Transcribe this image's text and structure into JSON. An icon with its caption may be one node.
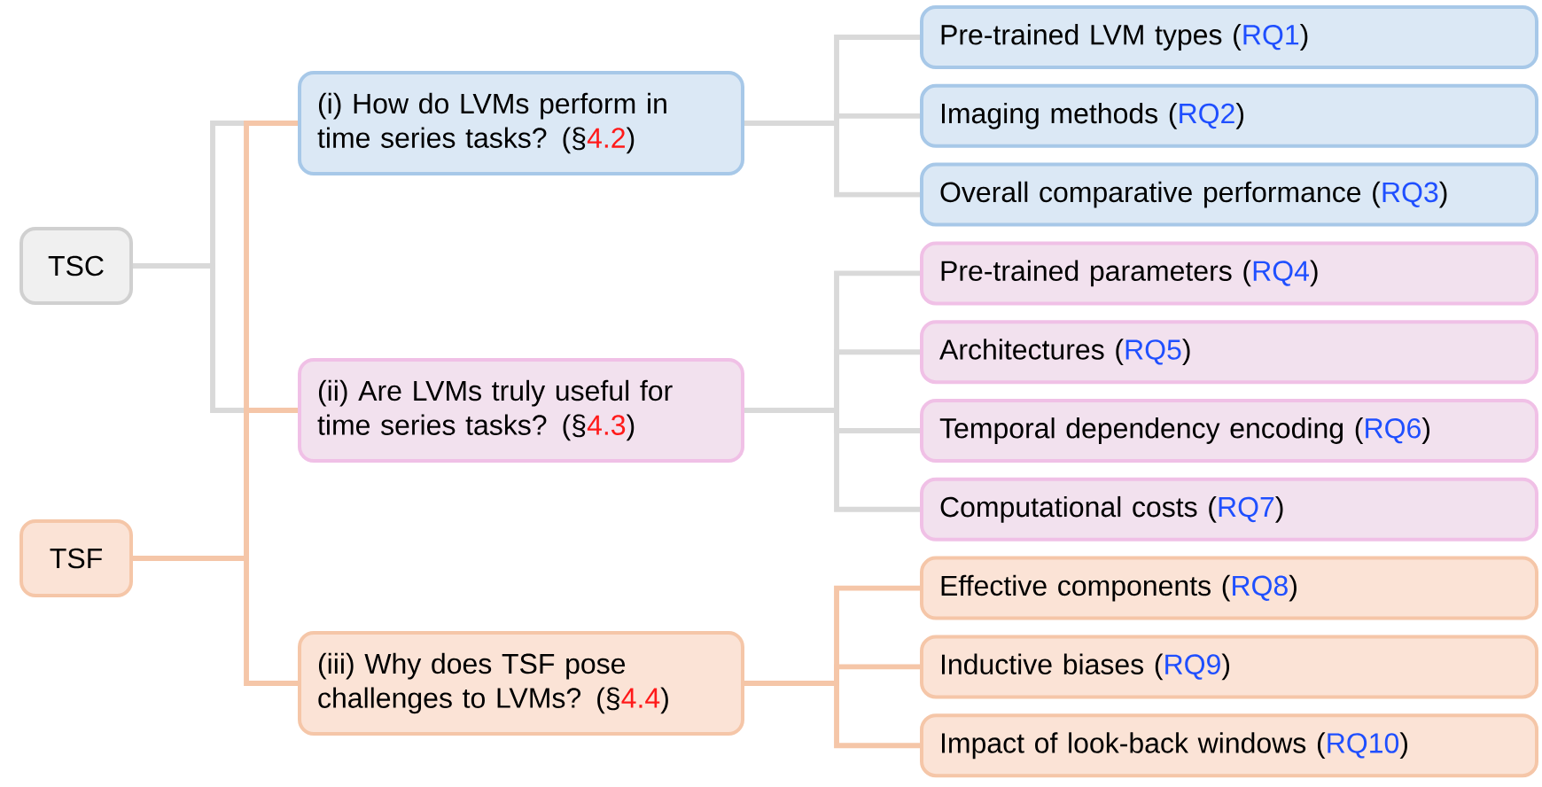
{
  "diagram": {
    "nodes": [
      {
        "text": [
          "TSC"
        ]
      },
      {
        "text": [
          "TSF"
        ]
      },
      {
        "text": [
          "(i) How do LVMs perform in time series tasks? (§",
          "4.2",
          ")"
        ]
      },
      {
        "text": [
          "(ii) Are LVMs truly useful for time series tasks? (§",
          "4.3",
          ")"
        ]
      },
      {
        "text": [
          "(iii) Why does TSF pose challenges to LVMs? (§",
          "4.4",
          ")"
        ]
      },
      {
        "text": [
          "Pre-trained LVM types (",
          "RQ1",
          ")"
        ]
      },
      {
        "text": [
          "Imaging methods (",
          "RQ2",
          ")"
        ]
      },
      {
        "text": [
          "Overall comparative performance (",
          "RQ3",
          ")"
        ]
      },
      {
        "text": [
          "Pre-trained parameters (",
          "RQ4",
          ")"
        ]
      },
      {
        "text": [
          "Architectures (",
          "RQ5",
          ")"
        ]
      },
      {
        "text": [
          "Temporal dependency encoding (",
          "RQ6",
          ")"
        ]
      },
      {
        "text": [
          "Computational costs (",
          "RQ7",
          ")"
        ]
      },
      {
        "text": [
          "Effective components (",
          "RQ8",
          ")"
        ]
      },
      {
        "text": [
          "Inductive biases (",
          "RQ9",
          ")"
        ]
      },
      {
        "text": [
          "Impact of look-back windows (",
          "RQ10",
          ")"
        ]
      }
    ],
    "edges": [
      {
        "from": 0,
        "to": 2,
        "arrow": "none"
      },
      {
        "from": 0,
        "to": 3,
        "arrow": "none"
      },
      {
        "from": 1,
        "to": 2,
        "arrow": "none",
        "color": "#f5c6a8"
      },
      {
        "from": 1,
        "to": 3,
        "arrow": "none",
        "color": "#f5c6a8"
      },
      {
        "from": 1,
        "to": 4,
        "arrow": "none",
        "color": "#f5c6a8"
      },
      {
        "from": 2,
        "to": 5,
        "arrow": "none"
      },
      {
        "from": 2,
        "to": 6,
        "arrow": "none"
      },
      {
        "from": 2,
        "to": 7,
        "arrow": "none"
      },
      {
        "from": 3,
        "to": 8,
        "arrow": "none"
      },
      {
        "from": 3,
        "to": 9,
        "arrow": "none"
      },
      {
        "from": 3,
        "to": 10,
        "arrow": "none"
      },
      {
        "from": 3,
        "to": 11,
        "arrow": "none"
      },
      {
        "from": 4,
        "to": 12,
        "arrow": "none",
        "color": "#f5c6a8"
      },
      {
        "from": 4,
        "to": 13,
        "arrow": "none",
        "color": "#f5c6a8"
      },
      {
        "from": 4,
        "to": 14,
        "arrow": "none",
        "color": "#f5c6a8"
      }
    ]
  }
}
